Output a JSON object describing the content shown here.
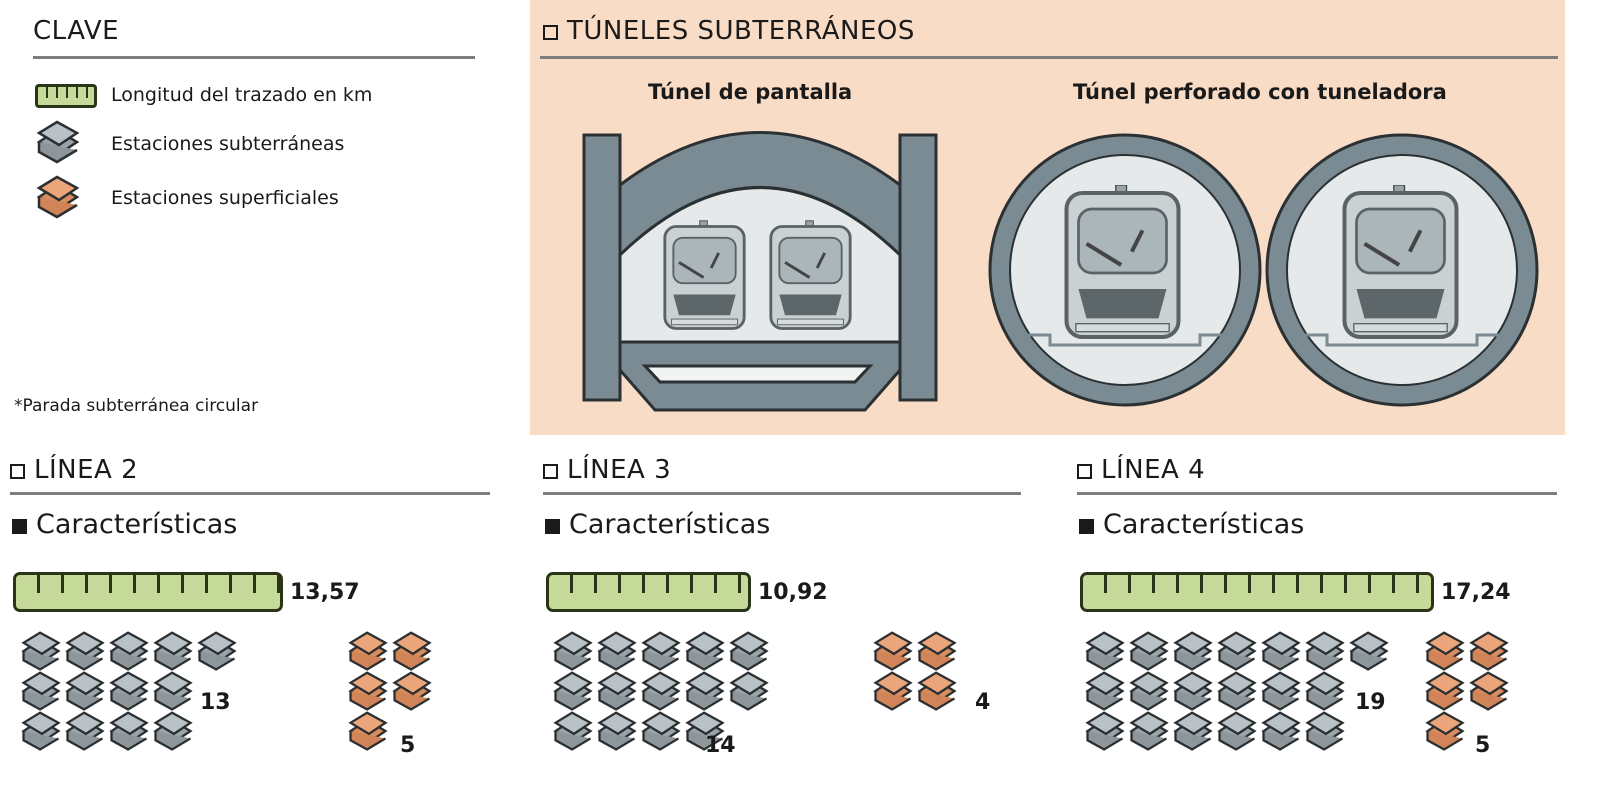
{
  "key": {
    "title": "CLAVE",
    "items": [
      {
        "icon": "ruler-icon",
        "label": "Longitud del trazado en km"
      },
      {
        "icon": "underground-station-icon",
        "label": "Estaciones subterráneas"
      },
      {
        "icon": "surface-station-icon",
        "label": "Estaciones superficiales"
      }
    ],
    "footnote": "*Parada subterránea circular"
  },
  "tunnels": {
    "title": "TÚNELES SUBTERRÁNEOS",
    "types": [
      {
        "label": "Túnel de pantalla"
      },
      {
        "label": "Túnel perforado con tuneladora"
      }
    ]
  },
  "lines": [
    {
      "title": "LÍNEA 2",
      "subtitle": "Características",
      "length_km": "13,57",
      "underground": 13,
      "surface": 5,
      "underground_label": "13",
      "surface_label": "5"
    },
    {
      "title": "LÍNEA 3",
      "subtitle": "Características",
      "length_km": "10,92",
      "underground": 14,
      "surface": 4,
      "underground_label": "14",
      "surface_label": "4"
    },
    {
      "title": "LÍNEA 4",
      "subtitle": "Características",
      "length_km": "17,24",
      "underground": 19,
      "surface": 5,
      "underground_label": "19",
      "surface_label": "5"
    }
  ],
  "colors": {
    "panel": "#f9dcc6",
    "ruler": "#c6db9a",
    "underground": "#b7c1c6",
    "surface": "#eba57a",
    "tunnel": "#7b8b93"
  }
}
